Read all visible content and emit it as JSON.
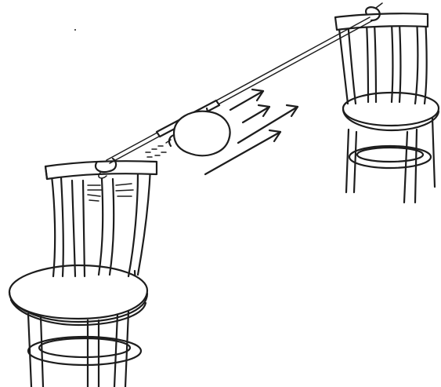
{
  "figure": {
    "background": "#ffffff",
    "ink_color": "#1d1d1d",
    "elements": [
      "left-chair",
      "right-chair",
      "stretched-string",
      "balloon-on-straw",
      "air-flow-arrows",
      "exhaust-puff"
    ]
  }
}
